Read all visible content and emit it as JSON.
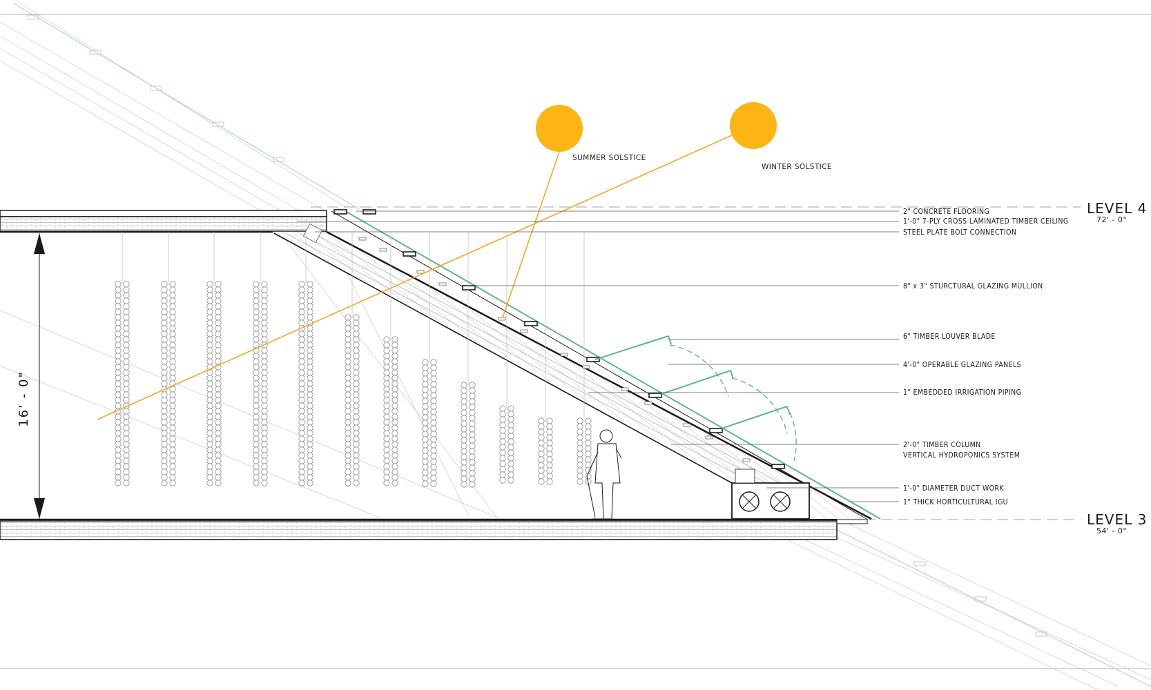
{
  "annotations": [
    "2\" CONCRETE FLOORING",
    "1'-0\" 7-PLY CROSS LAMINATED TIMBER CEILING",
    "STEEL PLATE BOLT CONNECTION",
    "8\" x 3\" STURCTURAL GLAZING MULLION",
    "6\" TIMBER LOUVER BLADE",
    "4'-0\" OPERABLE GLAZING PANELS",
    "1\" EMBEDDED IRRIGATION PIPING",
    "2'-0\" TIMBER COLUMN",
    "VERTICAL HYDROPONICS SYSTEM",
    "1'-0\" DIAMETER DUCT WORK",
    "1\" THICK HORTICULTURAL IGU"
  ],
  "levels": {
    "upper": {
      "name": "LEVEL 4",
      "elevation": "72' - 0\""
    },
    "lower": {
      "name": "LEVEL 3",
      "elevation": "54' - 0\""
    }
  },
  "suns": {
    "summer": {
      "label": "SUMMER SOLSTICE",
      "color": "#FDB515"
    },
    "winter": {
      "label": "WINTER SOLSTICE",
      "color": "#FDB515"
    }
  },
  "dimension": "16' - 0\"",
  "colors": {
    "sun_ray": "#F5A623",
    "glazing": "#5CB88A",
    "line": "#1a1a1a"
  }
}
